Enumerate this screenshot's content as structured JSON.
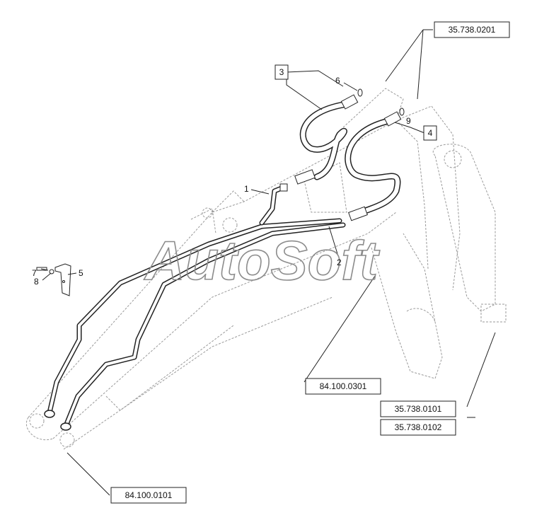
{
  "watermark": "AutoSoft",
  "reference_boxes": {
    "ref_top": "35.738.0201",
    "ref_mid": "84.100.0301",
    "ref_right_a": "35.738.0101",
    "ref_right_b": "35.738.0102",
    "ref_bottom": "84.100.0101"
  },
  "callouts": {
    "c1": "1",
    "c2": "2",
    "c3": "3",
    "c4": "4",
    "c5": "5",
    "c6": "6",
    "c7": "7",
    "c8": "8",
    "c9": "9"
  }
}
